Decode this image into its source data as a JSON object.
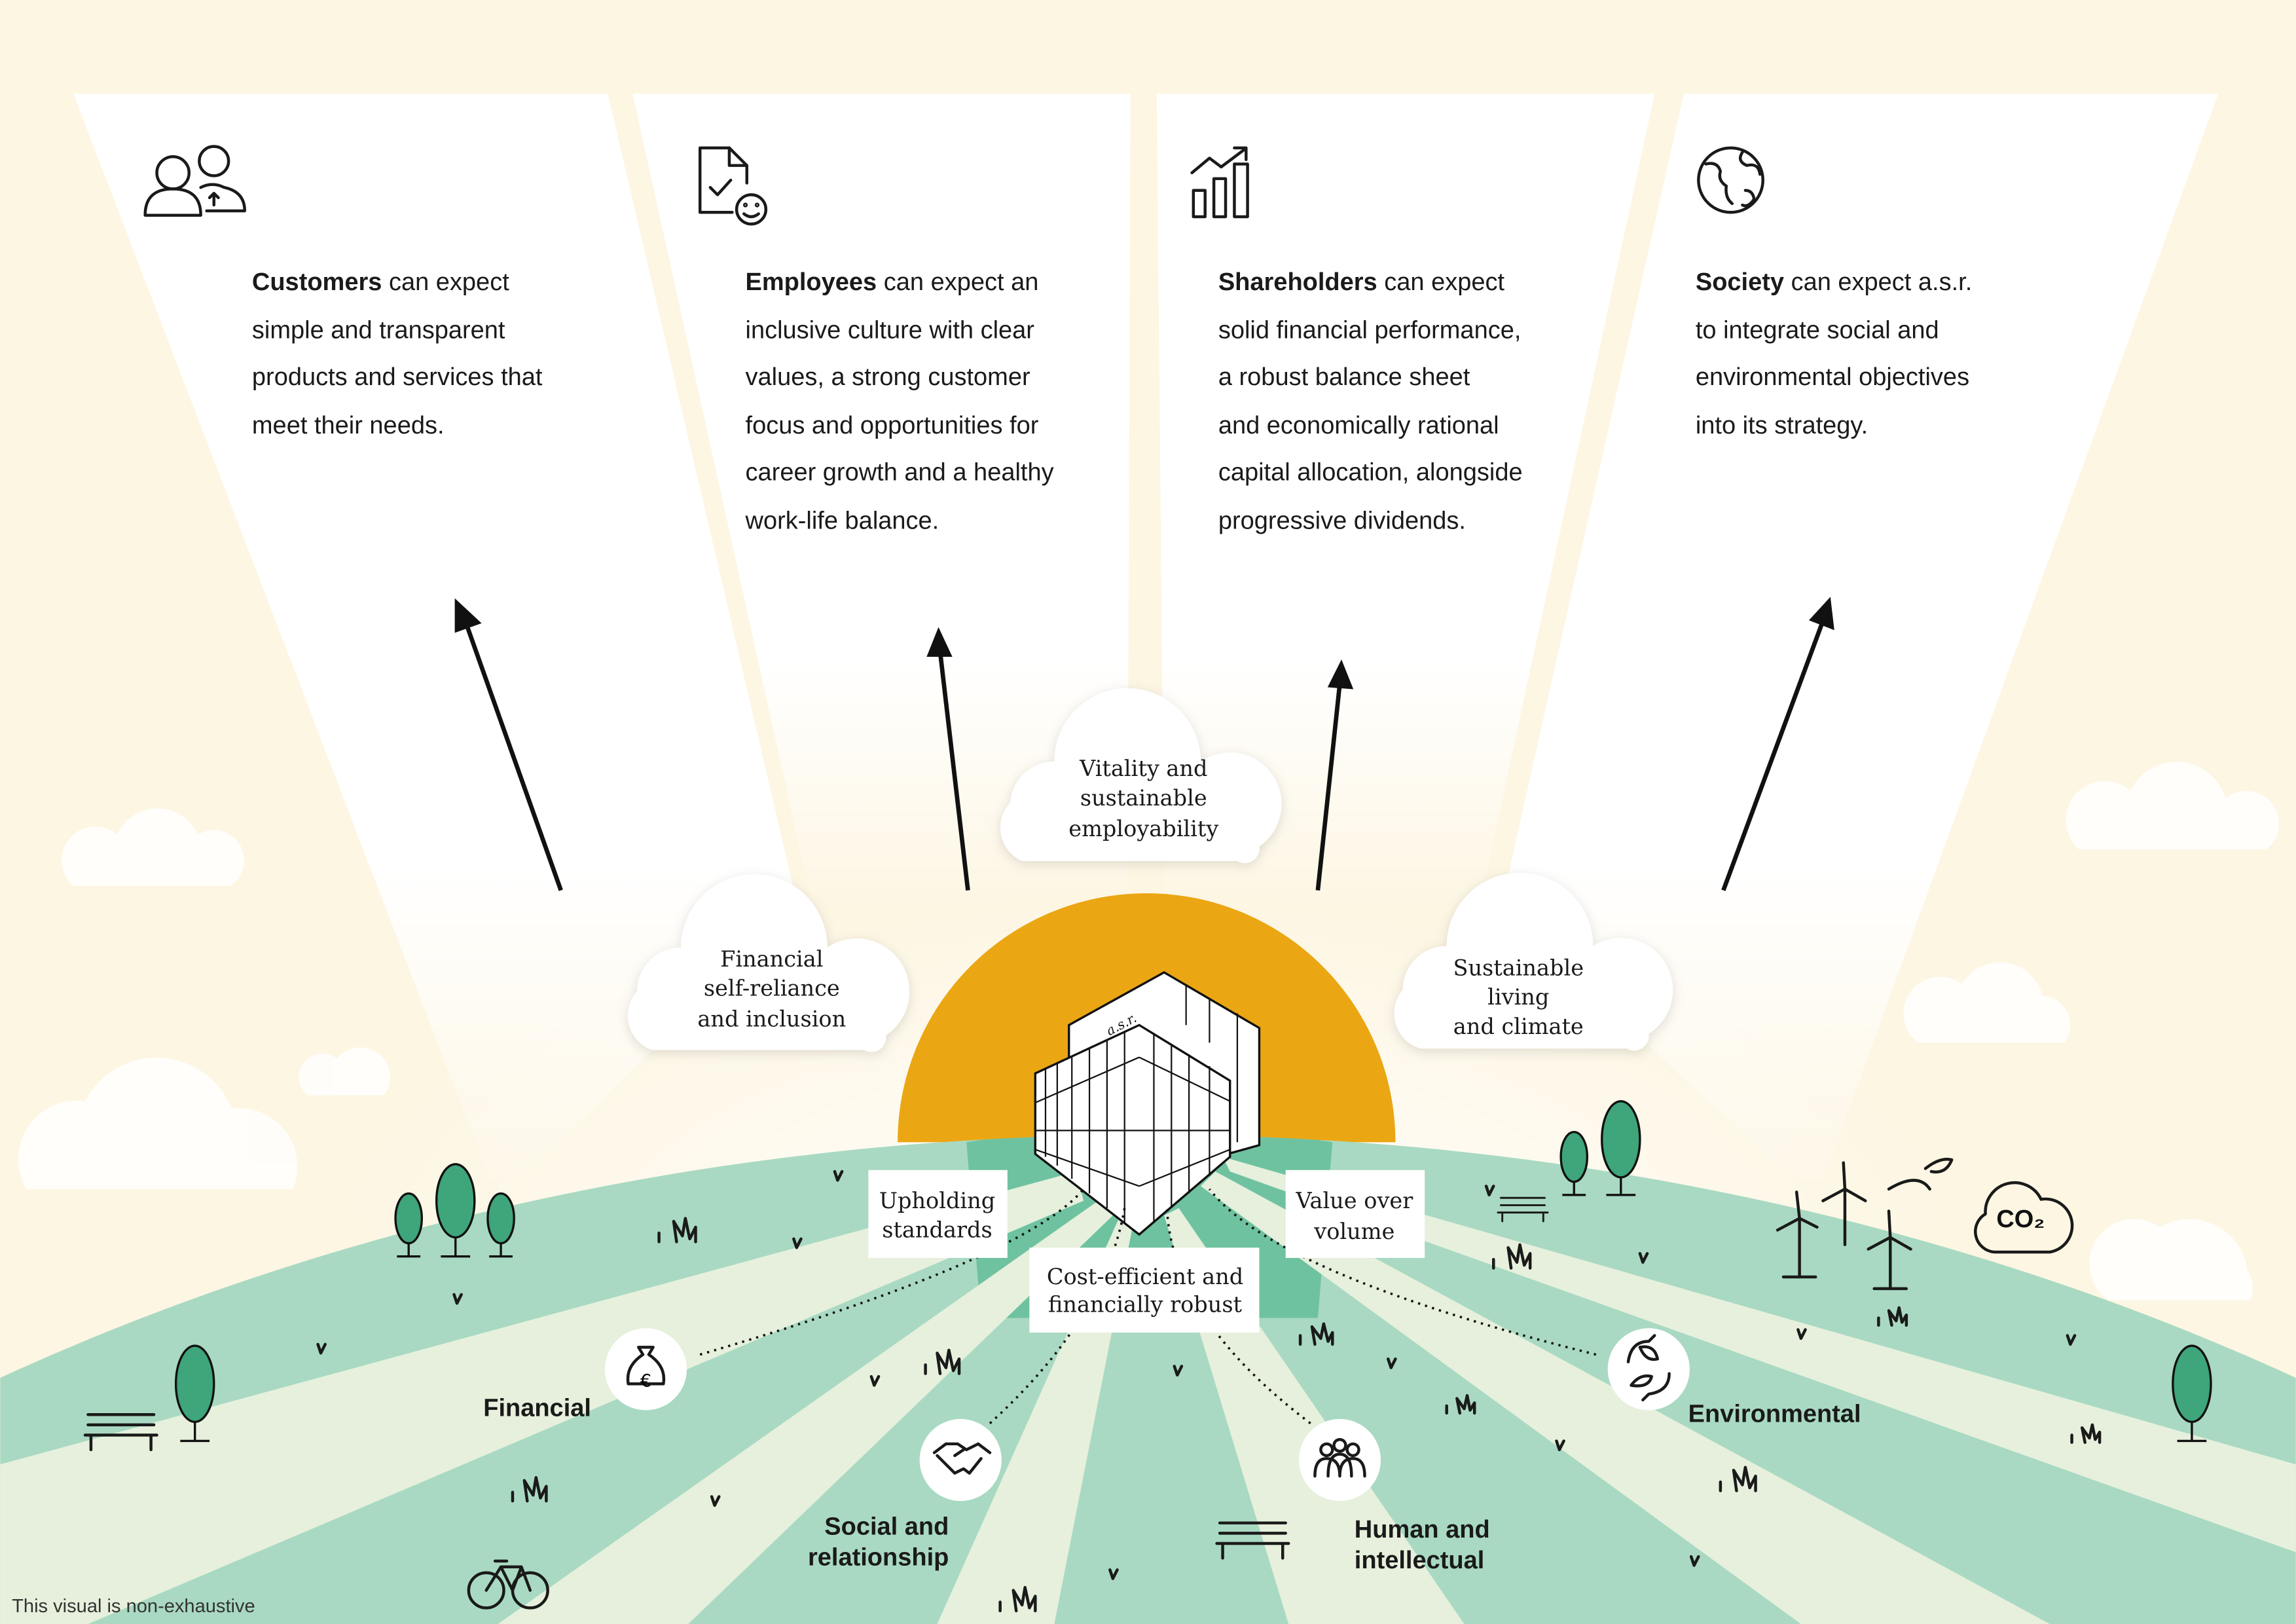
{
  "colors": {
    "background": "#fdf6e3",
    "sun": "#eba613",
    "grass": "#a9d9c2",
    "grass_dark": "#6fc2a0",
    "grass_light": "#e6f0dc",
    "tree": "#3fa57a"
  },
  "stakeholders": [
    {
      "name": "Customers",
      "icon": "customers-icon",
      "lines": [
        " can expect",
        "simple and transparent",
        "products and services that",
        "meet their needs."
      ]
    },
    {
      "name": "Employees",
      "icon": "document-smile-icon",
      "lines": [
        " can expect an",
        "inclusive culture with clear",
        "values, a strong customer",
        "focus and opportunities for",
        "career growth and a healthy",
        "work-life balance."
      ]
    },
    {
      "name": "Shareholders",
      "icon": "growth-chart-icon",
      "lines": [
        " can expect",
        "solid financial performance,",
        "a robust balance sheet",
        "and economically rational",
        "capital allocation, alongside",
        "progressive dividends."
      ]
    },
    {
      "name": "Society",
      "icon": "globe-icon",
      "lines": [
        " can expect a.s.r.",
        "to integrate social and",
        "environmental objectives",
        "into its strategy."
      ]
    }
  ],
  "clouds": [
    {
      "lines": [
        "Financial",
        "self-reliance",
        "and inclusion"
      ]
    },
    {
      "lines": [
        "Vitality and",
        "sustainable",
        "employability"
      ]
    },
    {
      "lines": [
        "Sustainable",
        "living",
        "and climate"
      ]
    }
  ],
  "building_sign": "a.s.r.",
  "principles": [
    {
      "lines": [
        "Upholding",
        "standards"
      ]
    },
    {
      "lines": [
        "Cost-efficient and",
        "financially robust"
      ]
    },
    {
      "lines": [
        "Value over",
        "volume"
      ]
    }
  ],
  "capitals": [
    {
      "lines": [
        "Financial"
      ],
      "icon": "money-bag-icon"
    },
    {
      "lines": [
        "Social and",
        "relationship"
      ],
      "icon": "handshake-icon"
    },
    {
      "lines": [
        "Human and",
        "intellectual"
      ],
      "icon": "people-icon"
    },
    {
      "lines": [
        "Environmental"
      ],
      "icon": "recycle-leaves-icon"
    }
  ],
  "co2_label": "CO₂",
  "footnote": "This visual is non-exhaustive"
}
